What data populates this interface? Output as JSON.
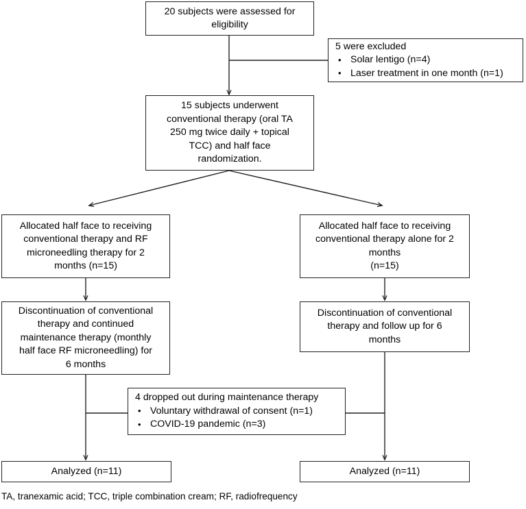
{
  "diagram": {
    "type": "flowchart",
    "title": "CONSORT-style participant flow diagram",
    "line_color": "#231f20",
    "background": "#ffffff",
    "nodes": {
      "assessed": {
        "lines": [
          "20 subjects were assessed for",
          "eligibility"
        ]
      },
      "excluded": {
        "heading": "5 were excluded",
        "bullets": [
          "Solar lentigo (n=4)",
          "Laser treatment in one month (n=1)"
        ]
      },
      "enrolled": {
        "lines": [
          "15 subjects underwent",
          "conventional therapy (oral TA",
          "250 mg twice daily + topical",
          "TCC) and half face",
          "randomization."
        ]
      },
      "alloc_left": {
        "lines": [
          "Allocated half face to receiving",
          "conventional therapy and RF",
          "microneedling therapy for 2",
          "months (n=15)"
        ]
      },
      "alloc_right": {
        "lines": [
          "Allocated half face to receiving",
          "conventional therapy alone for 2",
          "months",
          "(n=15)"
        ]
      },
      "maint_left": {
        "lines": [
          "Discontinuation of conventional",
          "therapy and continued",
          "maintenance therapy (monthly",
          "half face RF microneedling) for",
          "6 months"
        ]
      },
      "maint_right": {
        "lines": [
          "Discontinuation of conventional",
          "therapy and follow up for 6",
          "months"
        ]
      },
      "dropout": {
        "heading": "4 dropped out during maintenance therapy",
        "bullets": [
          "Voluntary withdrawal of consent (n=1)",
          "COVID-19 pandemic (n=3)"
        ]
      },
      "analyzed_left": {
        "lines": [
          "Analyzed (n=11)"
        ]
      },
      "analyzed_right": {
        "lines": [
          "Analyzed (n=11)"
        ]
      }
    },
    "footnote": "TA, tranexamic acid; TCC, triple combination cream; RF, radiofrequency"
  }
}
